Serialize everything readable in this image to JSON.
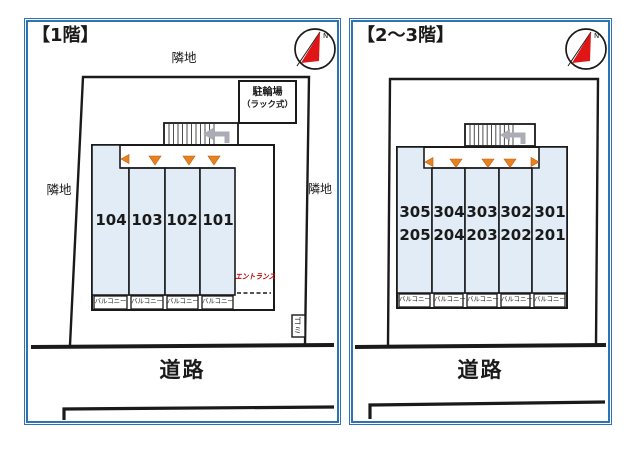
{
  "floor1": {
    "title": "【1階】",
    "compass_n": "N",
    "adjacent_top": "隣地",
    "adjacent_left": "隣地",
    "adjacent_right": "隣地",
    "bicycle_parking_line1": "駐輪場",
    "bicycle_parking_line2": "（ラック式）",
    "units": [
      "104",
      "103",
      "102",
      "101"
    ],
    "balcony": "バルコニー",
    "entrance": "エントランス",
    "garbage": "ゴミ",
    "road": "道路"
  },
  "floor23": {
    "title": "【2～3階】",
    "compass_n": "N",
    "units_third": [
      "305",
      "304",
      "303",
      "302",
      "301"
    ],
    "units_second": [
      "205",
      "204",
      "203",
      "202",
      "201"
    ],
    "balcony": "バルコニー",
    "road": "道路"
  },
  "colors": {
    "panel_border": "#2e74b5",
    "unit_fill": "#e2ecf6",
    "arrow_orange": "#e8821e",
    "compass_needle_red": "#e01515",
    "entrance_red": "#c00000",
    "stair_arrow_gray": "#abacb6",
    "line_black": "#1a1a1a"
  }
}
